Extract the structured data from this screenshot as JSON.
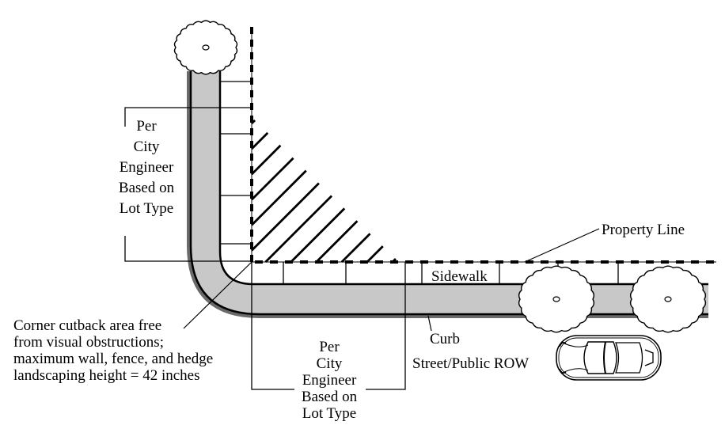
{
  "diagram": {
    "title": "Corner cutback sight triangle",
    "colors": {
      "sidewalk_fill": "#c8c8c8",
      "curb_shadow": "#6a6a6a",
      "line": "#000000",
      "background": "#ffffff"
    },
    "labels": {
      "left_dimension": [
        "Per",
        "City",
        "Engineer",
        "Based on",
        "Lot Type"
      ],
      "bottom_dimension": [
        "Per",
        "City",
        "Engineer",
        "Based on",
        "Lot Type"
      ],
      "cutback_note": [
        "Corner cutback area free",
        "from visual obstructions;",
        "maximum wall, fence, and hedge",
        "landscaping height = 42 inches"
      ],
      "property_line": "Property Line",
      "sidewalk": "Sidewalk",
      "curb": "Curb",
      "street": "Street/Public ROW"
    },
    "icons": {
      "trees": [
        "tree-icon",
        "tree-icon",
        "tree-icon"
      ],
      "car": "car-icon"
    },
    "hatch_line_count": 12
  }
}
